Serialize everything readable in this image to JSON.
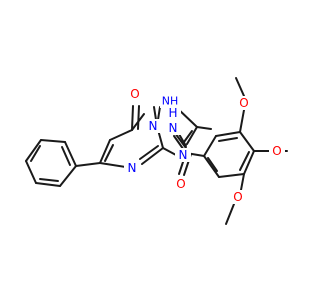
{
  "molecule": {
    "atoms": {
      "carbonyl_o_ring": {
        "text": "O",
        "color": "#ff0000"
      },
      "nh_ring": {
        "text": "NH",
        "color": "#0000ff"
      },
      "n_bridge": {
        "text": "N",
        "color": "#0000ff"
      },
      "n_amide": {
        "text": "N",
        "color": "#0000ff"
      },
      "h_amide": {
        "text": "H",
        "color": "#0000ff"
      },
      "n_triazole": {
        "text": "N",
        "color": "#0000ff"
      },
      "n_pyrimidine": {
        "text": "N",
        "color": "#0000ff"
      },
      "o_amide": {
        "text": "O",
        "color": "#ff0000"
      },
      "o_methoxy_top": {
        "text": "O",
        "color": "#ff0000"
      },
      "o_methoxy_right": {
        "text": "O",
        "color": "#ff0000"
      },
      "o_methoxy_bottom": {
        "text": "O",
        "color": "#ff0000"
      }
    },
    "bond_color": "#1a1a1a"
  }
}
